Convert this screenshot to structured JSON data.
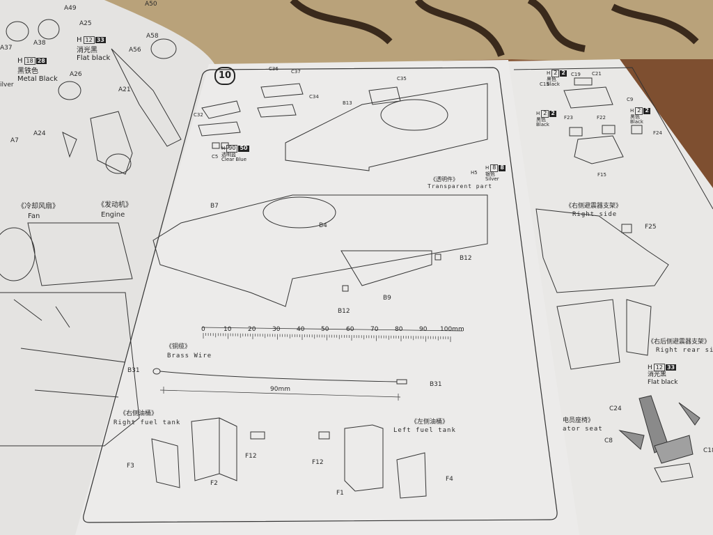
{
  "colors": {
    "wood": "#8a5b3a",
    "carpet": "#b9a27a",
    "paper": "#ecebea",
    "ink": "#2a2a2a"
  },
  "step_number": "10",
  "left_page": {
    "labels": [
      "A49",
      "A50",
      "A25",
      "A37",
      "A38",
      "A58",
      "A56",
      "A26",
      "A21",
      "A24",
      "A7",
      "《冷却风扇》",
      "Fan",
      "《发动机》",
      "Engine",
      "ilver"
    ],
    "paints": [
      {
        "prefix": "H",
        "code": "12",
        "num": "33",
        "cn": "消光黑",
        "en": "Flat black"
      },
      {
        "prefix": "H",
        "code": "18",
        "num": "28",
        "cn": "黑铁色",
        "en": "Metal Black"
      }
    ]
  },
  "middle_page": {
    "labels": [
      "C36",
      "C37",
      "C34",
      "C35",
      "B13",
      "C32",
      "C5",
      "H5",
      "《透明件》",
      "Transparent part",
      "B7",
      "B4",
      "B12",
      "B9",
      "B12"
    ],
    "paints": [
      {
        "prefix": "H",
        "code": "90",
        "num": "50",
        "cn": "透明蓝",
        "en": "Clear Blue"
      },
      {
        "prefix": "H",
        "code": "8",
        "num": "8",
        "cn": "银色",
        "en": "Silver"
      }
    ],
    "ruler": {
      "ticks": [
        "0",
        "10",
        "20",
        "30",
        "40",
        "50",
        "60",
        "70",
        "80",
        "90",
        "100mm"
      ]
    },
    "brass_wire": {
      "cn": "《铜缆》",
      "en": "Brass Wire",
      "part_left": "B31",
      "part_right": "B31",
      "length": "90mm"
    },
    "right_fuel_tank": {
      "cn": "《右侧油桶》",
      "en": "Right fuel tank",
      "parts": [
        "F3",
        "F2",
        "F12"
      ]
    },
    "left_fuel_tank": {
      "cn": "《左侧油桶》",
      "en": "Left fuel tank",
      "parts": [
        "F12",
        "F1",
        "F4"
      ]
    }
  },
  "right_page": {
    "labels": [
      "C19",
      "C21",
      "C15",
      "C9",
      "F23",
      "F22",
      "F24",
      "F15",
      "《右侧避震器支架》",
      "Right side",
      "F25",
      "《右后侧避震器支架》",
      "Right rear side",
      "C24",
      "C8",
      "C18",
      "电员座椅》",
      "ator seat"
    ],
    "paints": [
      {
        "prefix": "H",
        "code": "2",
        "num": "2",
        "cn": "黑色",
        "en": "Black"
      },
      {
        "prefix": "H",
        "code": "2",
        "num": "2",
        "cn": "黑色",
        "en": "Black"
      },
      {
        "prefix": "H",
        "code": "2",
        "num": "2",
        "cn": "黑色",
        "en": "Black"
      },
      {
        "prefix": "H",
        "code": "12",
        "num": "33",
        "cn": "消光黑",
        "en": "Flat black"
      }
    ]
  }
}
